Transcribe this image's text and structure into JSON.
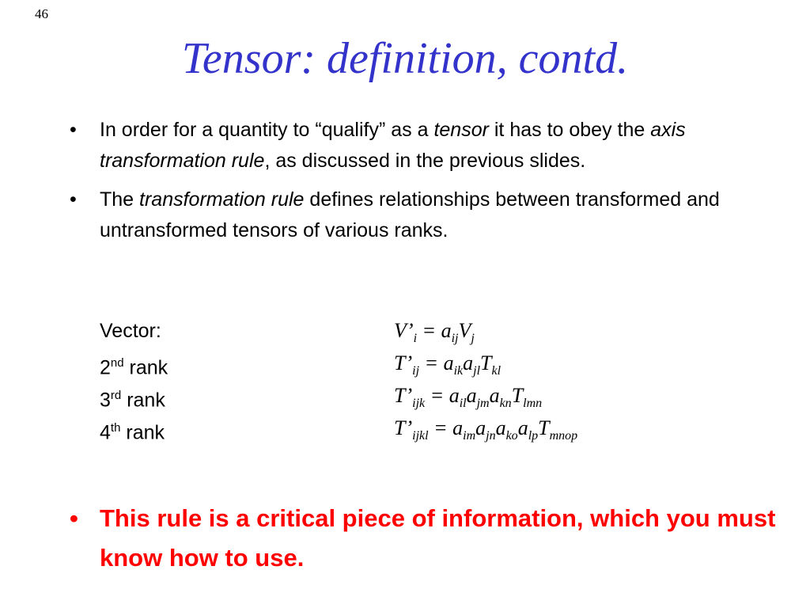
{
  "slide": {
    "number": "46",
    "title": "Tensor: definition, contd.",
    "color_title": "#3333cc",
    "color_emphasis": "#ff0000",
    "bullet_char": "•"
  },
  "bullet1": {
    "part1": "In order for a quantity to “qualify” as a ",
    "em1": "tensor",
    "part2": " it has to obey the ",
    "em2": "axis transformation rule",
    "part3": ", as discussed in the previous slides."
  },
  "bullet2": {
    "part1": "The ",
    "em1": "transformation rule",
    "part2": " defines relationships between transformed and untransformed tensors of various ranks."
  },
  "rules": {
    "vector": {
      "label": "Vector:",
      "formula": "V’i  = aijVj"
    },
    "rank2": {
      "label_num": "2",
      "label_sup": "nd",
      "label_text": " rank",
      "formula": "T’ij  = aikajlTkl"
    },
    "rank3": {
      "label_num": "3",
      "label_sup": "rd",
      "label_text": " rank",
      "formula": "T’ijk  = ailajmaknTlmn"
    },
    "rank4": {
      "label_num": "4",
      "label_sup": "th",
      "label_text": " rank",
      "formula": "T’ijkl  = aimajnakoalpTmnop"
    }
  },
  "bullet3": {
    "text": "This rule is a critical piece of information, which you must know how to use."
  }
}
